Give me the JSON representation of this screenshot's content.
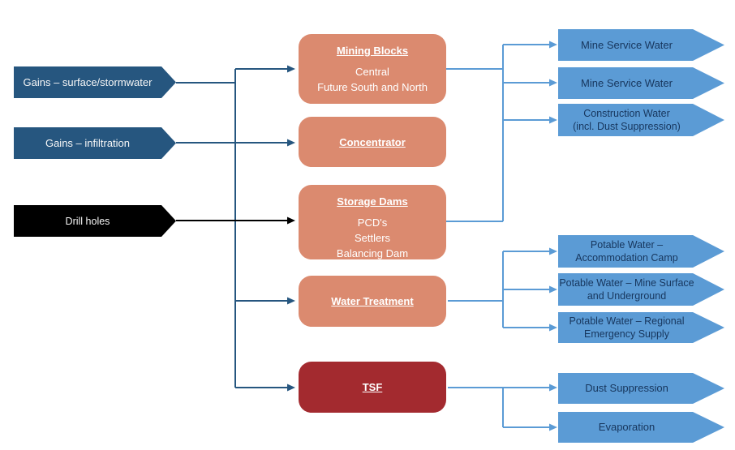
{
  "colors": {
    "input_gain_fill": "#26567F",
    "input_drill_fill": "#000000",
    "process_fill": "#DB8A6F",
    "process_tsf_fill": "#A32A2F",
    "output_fill": "#5B9BD5",
    "connector_dark": "#26567F",
    "connector_light": "#5B9BD5",
    "connector_black": "#000000",
    "output_text": "#17365D"
  },
  "inputs": [
    {
      "label": "Gains – surface/stormwater"
    },
    {
      "label": "Gains – infiltration"
    },
    {
      "label": "Drill holes"
    }
  ],
  "processes": [
    {
      "title": "Mining Blocks",
      "body": "Central\nFuture South and North"
    },
    {
      "title": "Concentrator",
      "body": ""
    },
    {
      "title": "Storage Dams",
      "body": "PCD's\nSettlers\nBalancing Dam"
    },
    {
      "title": "Water Treatment",
      "body": ""
    },
    {
      "title": "TSF",
      "body": ""
    }
  ],
  "outputs": [
    {
      "label": "Mine Service Water"
    },
    {
      "label": "Mine Service Water"
    },
    {
      "label": "Construction Water\n(incl. Dust Suppression)"
    },
    {
      "label": "Potable Water –\nAccommodation Camp"
    },
    {
      "label": "Potable Water – Mine Surface\nand Underground"
    },
    {
      "label": "Potable Water – Regional\nEmergency Supply"
    },
    {
      "label": "Dust Suppression"
    },
    {
      "label": "Evaporation"
    }
  ]
}
